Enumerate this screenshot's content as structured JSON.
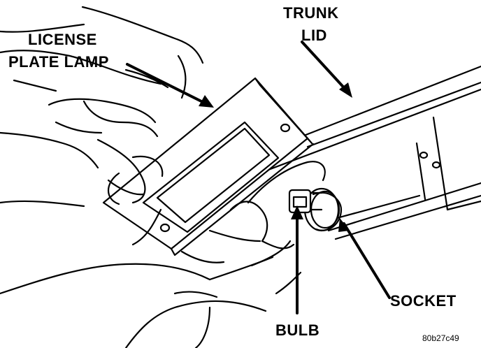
{
  "labels": {
    "trunk_lid": [
      "TRUNK",
      "LID"
    ],
    "license_plate_lamp": [
      "LICENSE",
      "PLATE LAMP"
    ],
    "socket": "SOCKET",
    "bulb": "BULB"
  },
  "figure_code": "80b27c49",
  "colors": {
    "ink": "#000000",
    "paper": "#ffffff"
  }
}
